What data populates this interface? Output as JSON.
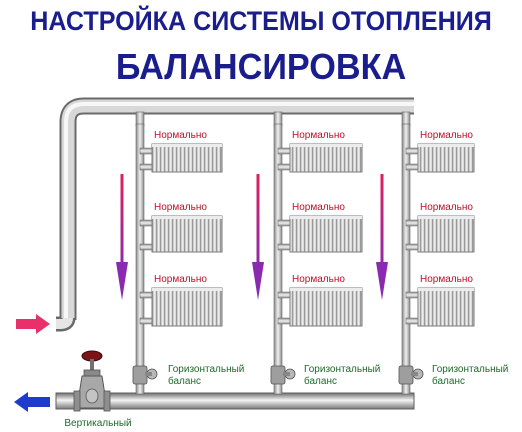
{
  "header": {
    "title": "НАСТРОЙКА СИСТЕМЫ ОТОПЛЕНИЯ",
    "subtitle": "БАЛАНСИРОВКА"
  },
  "radiator_label": "Нормально",
  "risers": [
    {
      "radiator_labels": [
        "Нормально",
        "Нормально",
        "Нормально"
      ],
      "valve_label_line1": "Горизонтальный",
      "valve_label_line2": "баланс"
    },
    {
      "radiator_labels": [
        "Нормально",
        "Нормально",
        "Нормально"
      ],
      "valve_label_line1": "Горизонтальный",
      "valve_label_line2": "баланс"
    },
    {
      "radiator_labels": [
        "Нормально",
        "Нормально",
        "Нормально"
      ],
      "valve_label_line1": "Горизонтальный",
      "valve_label_line2": "баланс"
    }
  ],
  "main_valve_label": "Вертикальный",
  "colors": {
    "title": "#1a1d8c",
    "supply_arrow": "#e8306a",
    "return_arrow": "#1e3ccc",
    "label_red": "#c0102a",
    "label_green": "#1f6a2a"
  }
}
